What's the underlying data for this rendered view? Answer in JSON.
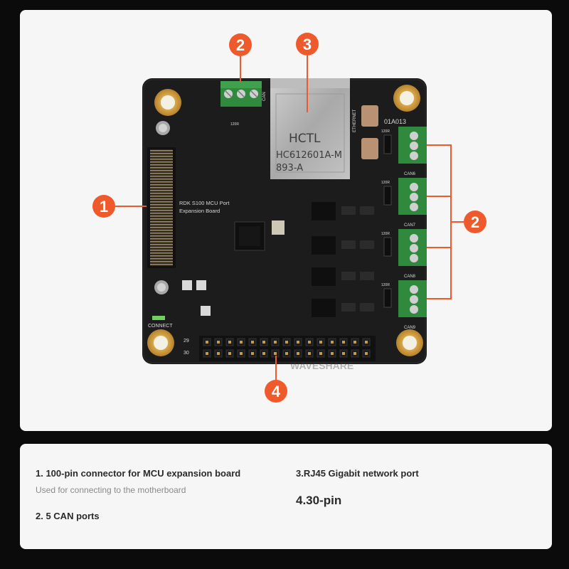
{
  "board": {
    "silkscreen_title_line1": "RDK S100 MCU Port",
    "silkscreen_title_line2": "Expansion Board",
    "board_code": "01A013",
    "ethernet_label": "ETHERNET",
    "connect_label": "CONNECT",
    "resistor_label": "120R",
    "can_labels": [
      "CAN",
      "CAN6",
      "CAN7",
      "CAN8",
      "CAN9"
    ],
    "header_pin_labels": [
      "29",
      "30"
    ],
    "rj45_brand": "HCTL",
    "rj45_model": "HC612601A-M",
    "rj45_suffix": "893-A",
    "watermark": "WAVESHARE"
  },
  "callouts": {
    "badge_1": "1",
    "badge_2_top": "2",
    "badge_3": "3",
    "badge_2_right": "2",
    "badge_4": "4",
    "badge_color": "#ef5a2c"
  },
  "captions": {
    "item1_title": "1. 100-pin connector for MCU expansion board",
    "item1_sub": "Used for connecting to the motherboard",
    "item2_title": "2. 5 CAN ports",
    "item3_title": "3.RJ45 Gigabit network port",
    "item4_title": "4.30-pin"
  }
}
